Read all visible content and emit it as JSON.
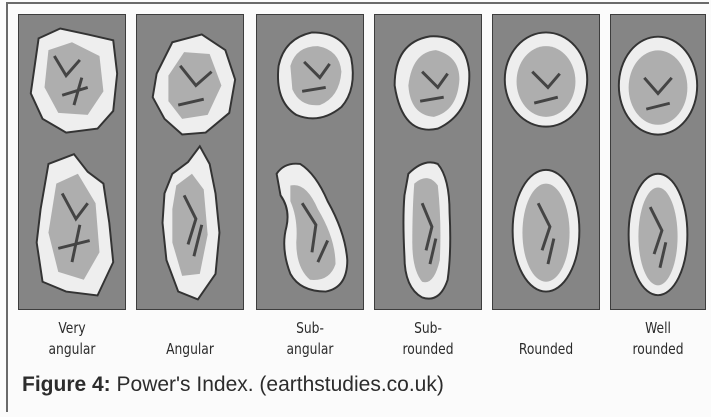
{
  "figure": {
    "labels": [
      {
        "line1": "Very",
        "line2": "angular"
      },
      {
        "line1": "",
        "line2": "Angular"
      },
      {
        "line1": "Sub-",
        "line2": "angular"
      },
      {
        "line1": "Sub-",
        "line2": "rounded"
      },
      {
        "line1": "",
        "line2": "Rounded"
      },
      {
        "line1": "Well",
        "line2": "rounded"
      }
    ],
    "caption_label": "Figure 4:",
    "caption_text": " Power's Index. (earthstudies.co.uk)",
    "colors": {
      "panel": "#858585",
      "grain": "#ececec",
      "texture": "#555555"
    }
  }
}
